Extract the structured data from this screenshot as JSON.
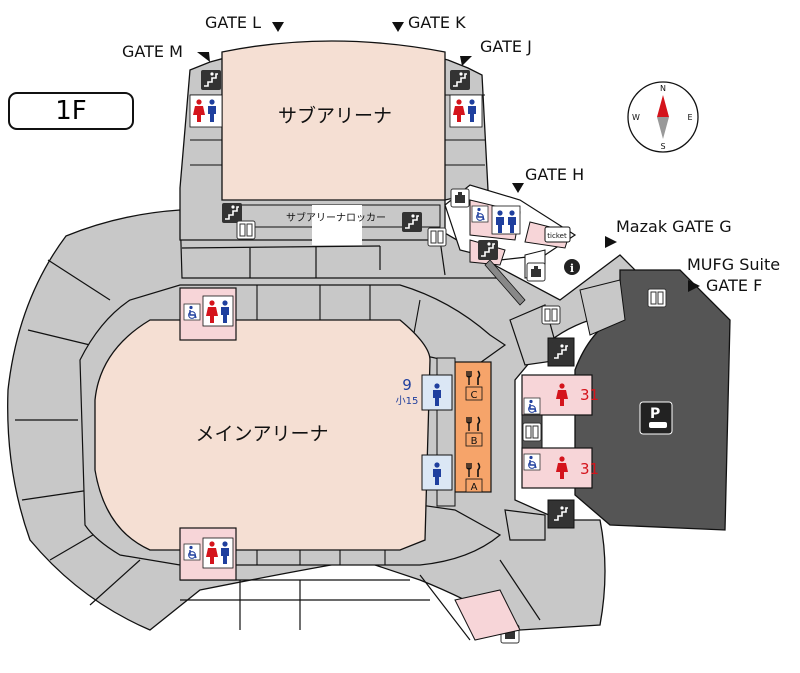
{
  "floor": "1F",
  "compass": {
    "n": "N",
    "s": "S",
    "e": "E",
    "w": "W"
  },
  "gates": {
    "l": "GATE L",
    "k": "GATE K",
    "m": "GATE M",
    "j": "GATE J",
    "h": "GATE H",
    "g": "Mazak GATE G",
    "f_line1": "MUFG Suite",
    "f_line2": "GATE F"
  },
  "areas": {
    "sub_arena": "サブアリーナ",
    "sub_locker": "サブアリーナロッカー",
    "main_arena": "メインアリーナ"
  },
  "counts": {
    "mens_big": "9",
    "mens_small": "小15",
    "womens_upper": "31",
    "womens_lower": "31"
  },
  "food_stalls": [
    "C",
    "B",
    "A"
  ],
  "ticket_label": "ticket",
  "parking_label": "P",
  "colors": {
    "seat_gray": "#c8c8c8",
    "floor_beige": "#f5dfd3",
    "restroom_pink": "#f7d5d8",
    "food_orange": "#f6a46a",
    "parking_dark": "#555555",
    "women_red": "#d4141c",
    "men_blue": "#1f3f9e"
  }
}
